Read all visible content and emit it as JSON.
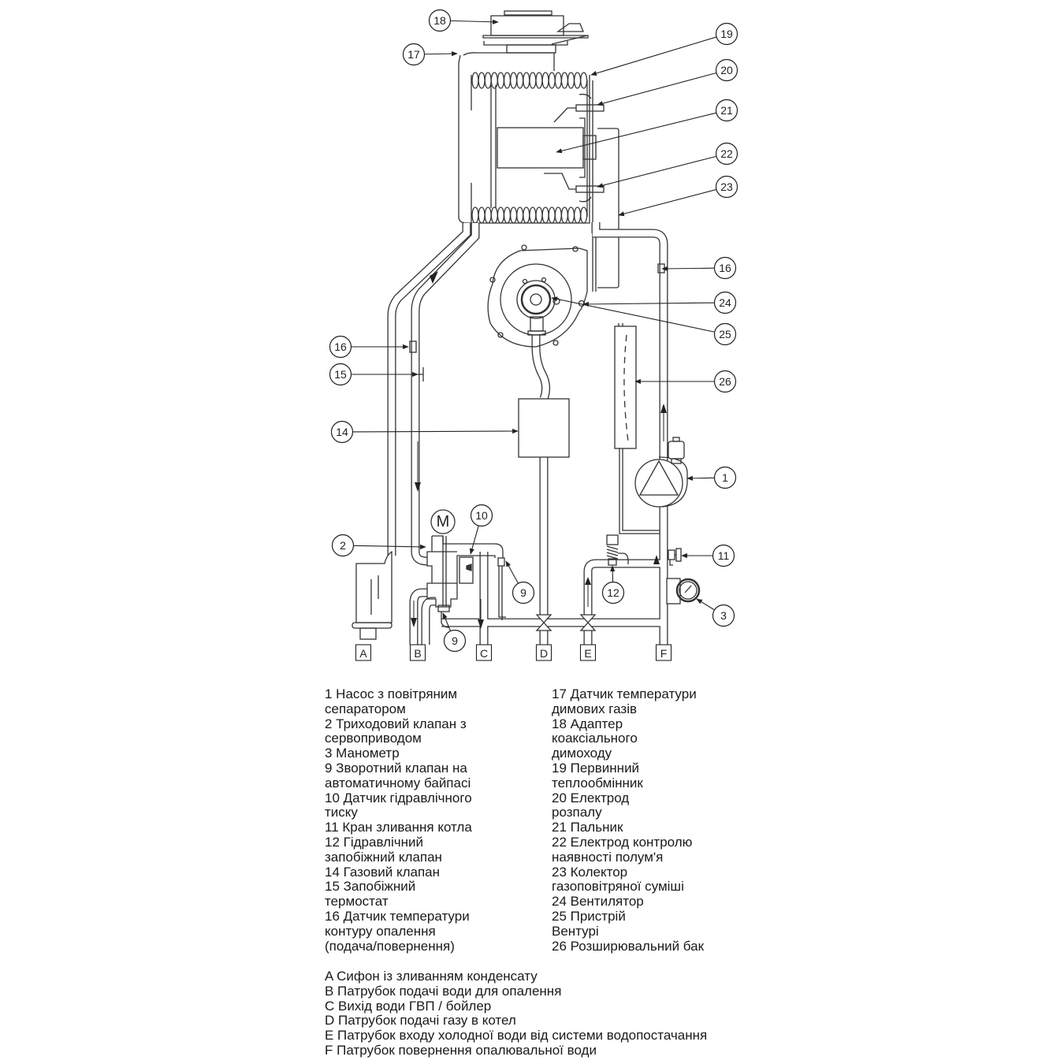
{
  "diagram": {
    "callouts": [
      "18",
      "17",
      "19",
      "20",
      "21",
      "22",
      "23",
      "16",
      "24",
      "25",
      "26",
      "16",
      "15",
      "14",
      "1",
      "10",
      "2",
      "11",
      "9",
      "12",
      "3",
      "9"
    ],
    "ports": [
      "A",
      "B",
      "C",
      "D",
      "E",
      "F"
    ],
    "motor_label": "M"
  },
  "legend": {
    "left": [
      "1 Насос з повітряним\nсепаратором",
      "2 Триходовий клапан з\nсервоприводом",
      "3 Манометр",
      "9 Зворотний клапан на\nавтоматичному байпасі",
      "10 Датчик гідравлічного\nтиску",
      "11 Кран зливання котла",
      "12 Гідравлічний\nзапобіжний клапан",
      "14 Газовий клапан",
      "15 Запобіжний\nтермостат",
      "16 Датчик температури\nконтуру опалення\n(подача/повернення)"
    ],
    "right": [
      "17 Датчик температури\nдимових газів",
      "18 Адаптер\nкоаксіального\nдимоходу",
      "19 Первинний\nтеплообмінник",
      "20 Електрод\nрозпалу",
      "21 Пальник",
      "22 Електрод контролю\nнаявності полум'я",
      "23 Колектор\nгазоповітряної суміші",
      "24 Вентилятор",
      "25 Пристрій\nВентурі",
      "26 Розширювальний бак"
    ],
    "connections": [
      "A Сифон із зливанням конденсату",
      "B Патрубок подачі води для опалення",
      "C Вихід води ГВП / бойлер",
      "D Патрубок подачі газу в котел",
      "E Патрубок входу холодної води від системи водопостачання",
      "F Патрубок повернення опалювальної води"
    ]
  }
}
